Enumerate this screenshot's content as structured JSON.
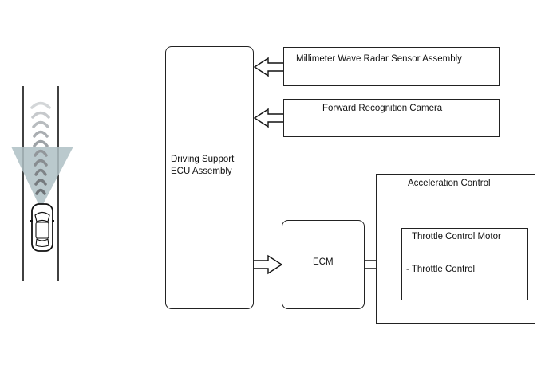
{
  "blocks": {
    "driving_support_ecu": {
      "line1": "Driving Support",
      "line2": "ECU Assembly"
    },
    "radar_sensor": {
      "label": "Millimeter Wave Radar Sensor Assembly"
    },
    "forward_camera": {
      "label": "Forward Recognition Camera"
    },
    "ecm": {
      "label": "ECM"
    },
    "acceleration_control": {
      "title": "Acceleration Control",
      "throttle_motor": {
        "title": "Throttle Control Motor",
        "item": "- Throttle Control"
      }
    }
  },
  "colors": {
    "line": "#222222",
    "beam": "#a9bfc4",
    "wave": "#8a8f93"
  },
  "icons": [
    "vehicle-top-view-icon",
    "radar-wave-icon",
    "hollow-arrow-icon"
  ]
}
